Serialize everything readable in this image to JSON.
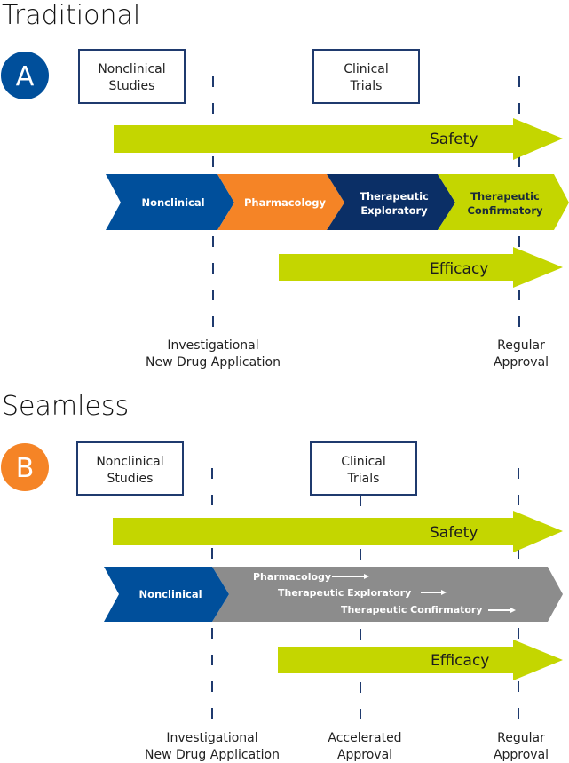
{
  "colors": {
    "lime": "#c4d600",
    "blue": "#004f9b",
    "navy": "#0b2f66",
    "orange": "#f58426",
    "gray": "#8c8c8c",
    "dash": "#1f3a6e",
    "box_border": "#1f3a6e"
  },
  "panels": [
    {
      "title": "Traditional",
      "badge": "A",
      "badge_color": "#004f9b",
      "boxes": [
        {
          "lines": [
            "Nonclinical",
            "Studies"
          ]
        },
        {
          "lines": [
            "Clinical",
            "Trials"
          ]
        }
      ],
      "safety_label": "Safety",
      "efficacy_label": "Efficacy",
      "segments": [
        {
          "lines": [
            "Nonclinical"
          ],
          "color": "#004f9b"
        },
        {
          "lines": [
            "Pharmacology"
          ],
          "color": "#f58426"
        },
        {
          "lines": [
            "Therapeutic",
            "Exploratory"
          ],
          "color": "#0b2f66"
        },
        {
          "lines": [
            "Therapeutic",
            "Confirmatory"
          ],
          "color": "#c4d600"
        }
      ],
      "milestones": [
        {
          "lines": [
            "Investigational",
            "New Drug Application"
          ]
        },
        {
          "lines": [
            "Regular",
            "Approval"
          ]
        }
      ]
    },
    {
      "title": "Seamless",
      "badge": "B",
      "badge_color": "#f58426",
      "boxes": [
        {
          "lines": [
            "Nonclinical",
            "Studies"
          ]
        },
        {
          "lines": [
            "Clinical",
            "Trials"
          ]
        }
      ],
      "safety_label": "Safety",
      "efficacy_label": "Efficacy",
      "segments": [
        {
          "lines": [
            "Nonclinical"
          ],
          "color": "#004f9b"
        }
      ],
      "overlap_items": [
        "Pharmacology",
        "Therapeutic Exploratory",
        "Therapeutic Confirmatory"
      ],
      "milestones": [
        {
          "lines": [
            "Investigational",
            "New Drug Application"
          ]
        },
        {
          "lines": [
            "Accelerated",
            "Approval"
          ]
        },
        {
          "lines": [
            "Regular",
            "Approval"
          ]
        }
      ]
    }
  ]
}
